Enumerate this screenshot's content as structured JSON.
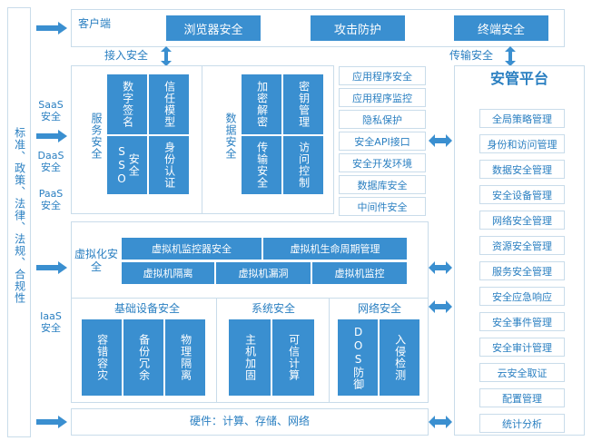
{
  "left_column": {
    "text": "标准、政策、法律、法规、合规性"
  },
  "top_row": {
    "client": "客户端",
    "items": [
      "浏览器安全",
      "攻击防护",
      "终端安全"
    ],
    "access_label": "接入安全",
    "transport_label": "传输安全"
  },
  "layer_labels": {
    "saas": "SaaS\n安全",
    "daas": "DaaS\n安全",
    "paas": "PaaS\n安全",
    "iaas": "IaaS\n安全"
  },
  "service_security": {
    "title": "服务安全",
    "cells": [
      "数字签名",
      "信任模型",
      "安全SSO",
      "身份认证"
    ]
  },
  "data_security": {
    "title": "数据安全",
    "cells": [
      "加密解密",
      "密钥管理",
      "传输安全",
      "访问控制"
    ]
  },
  "app_list": [
    "应用程序安全",
    "应用程序监控",
    "隐私保护",
    "安全API接口",
    "安全开发环境",
    "数据库安全",
    "中间件安全"
  ],
  "virtualization": {
    "title": "虚拟化安全",
    "cells": [
      "虚拟机监控器安全",
      "虚拟机生命周期管理",
      "虚拟机隔离",
      "虚拟机漏洞",
      "虚拟机监控"
    ]
  },
  "infra": {
    "title": "基础设备安全",
    "cells": [
      "容错容灾",
      "备份冗余",
      "物理隔离"
    ]
  },
  "system": {
    "title": "系统安全",
    "cells": [
      "主机加固",
      "可信计算"
    ]
  },
  "network": {
    "title": "网络安全",
    "cells": [
      "DOS防御",
      "入侵检测"
    ]
  },
  "hardware": {
    "text": "硬件：计算、存储、网络"
  },
  "platform": {
    "title": "安管平台",
    "items": [
      "全局策略管理",
      "身份和访问管理",
      "数据安全管理",
      "安全设备管理",
      "网络安全管理",
      "资源安全管理",
      "服务安全管理",
      "安全应急响应",
      "安全事件管理",
      "安全审计管理",
      "云安全取证",
      "配置管理",
      "统计分析"
    ]
  },
  "colors": {
    "accent": "#3a8fd0",
    "text": "#2a7fc1",
    "border": "#c9dcea"
  }
}
